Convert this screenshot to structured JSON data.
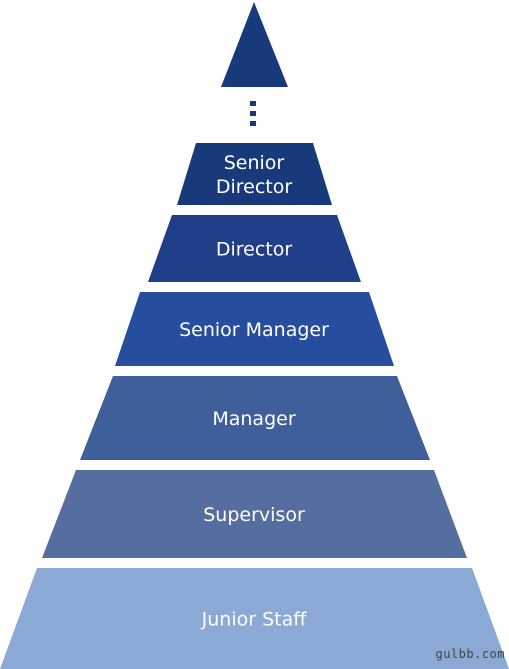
{
  "pyramid": {
    "colors": {
      "apex": "#193a7a",
      "ellipsis": "#193a7a"
    },
    "tiers": [
      {
        "lines": [
          "Senior",
          "Director"
        ],
        "color": "#193a7a"
      },
      {
        "lines": [
          "Director"
        ],
        "color": "#203f88"
      },
      {
        "lines": [
          "Senior Manager"
        ],
        "color": "#274d9f"
      },
      {
        "lines": [
          "Manager"
        ],
        "color": "#3f5f9a"
      },
      {
        "lines": [
          "Supervisor"
        ],
        "color": "#536e9f"
      },
      {
        "lines": [
          "Junior Staff"
        ],
        "color": "#8aaad5"
      }
    ]
  },
  "watermark": "gulbb.com"
}
